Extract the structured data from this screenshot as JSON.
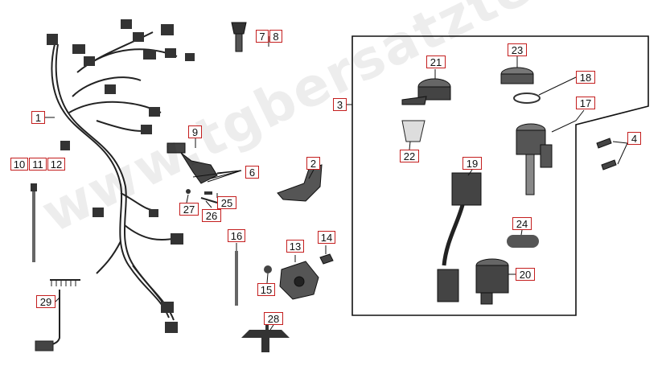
{
  "watermark": "www.tgbersatzteile.de",
  "callouts": {
    "c1": "1",
    "c2": "2",
    "c3": "3",
    "c4": "4",
    "c6": "6",
    "c7": "7",
    "c8": "8",
    "c9": "9",
    "c10": "10",
    "c11": "11",
    "c12": "12",
    "c13": "13",
    "c14": "14",
    "c15": "15",
    "c16": "16",
    "c17": "17",
    "c18": "18",
    "c19": "19",
    "c20": "20",
    "c21": "21",
    "c22": "22",
    "c23": "23",
    "c24": "24",
    "c25": "25",
    "c26": "26",
    "c27": "27",
    "c28": "28",
    "c29": "29"
  },
  "colors": {
    "callout_border": "#c41e1e",
    "line": "#111111"
  }
}
